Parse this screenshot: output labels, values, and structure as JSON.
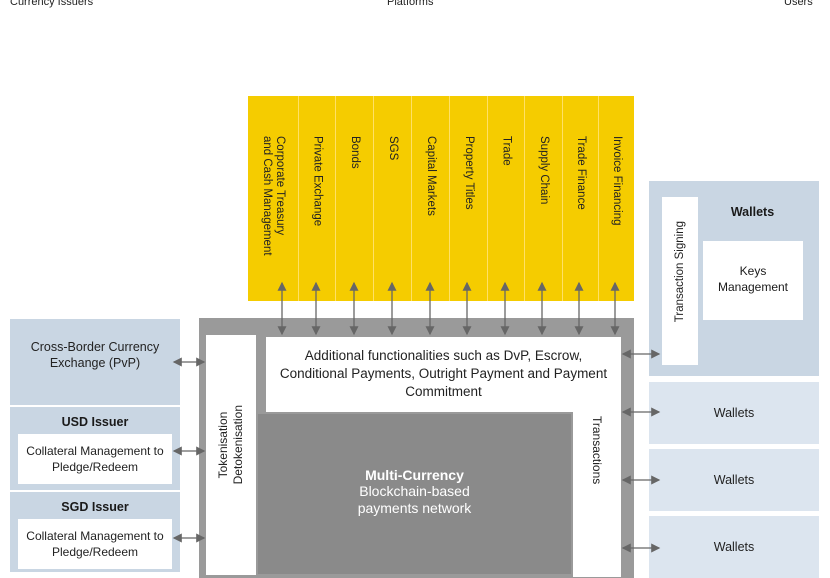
{
  "header": {
    "left": "Currency Issuers",
    "center": "Platforms",
    "right": "Users"
  },
  "platforms": [
    "Corporate Treasury\nand Cash Management",
    "Private Exchange",
    "Bonds",
    "SGS",
    "Capital Markets",
    "Property Titles",
    "Trade",
    "Supply Chain",
    "Trade Finance",
    "Invoice Financing"
  ],
  "core": {
    "tokenisation": "Tokenisation",
    "detokenisation": "Detokenisation",
    "functionalities": "Additional functionalities such as DvP, Escrow, Conditional Payments, Outright Payment and Payment Commitment",
    "transactions": "Transactions",
    "network_title": "Multi-Currency",
    "network_sub1": "Blockchain-based",
    "network_sub2": "payments network"
  },
  "left": {
    "cross_border": "Cross-Border Currency Exchange (PvP)",
    "usd_title": "USD Issuer",
    "usd_collateral": "Collateral Management to Pledge/Redeem",
    "sgd_title": "SGD Issuer",
    "sgd_collateral": "Collateral Management to Pledge/Redeem"
  },
  "right": {
    "transaction_signing": "Transaction Signing",
    "wallets_title": "Wallets",
    "keys": "Keys Management",
    "wallet_1": "Wallets",
    "wallet_2": "Wallets",
    "wallet_3": "Wallets"
  },
  "colors": {
    "yellow": "#f5cc00",
    "grey": "#9a9a9a",
    "dark_grey": "#8a8a8a",
    "blue": "#c9d6e3",
    "light_blue": "#dce5ef"
  }
}
